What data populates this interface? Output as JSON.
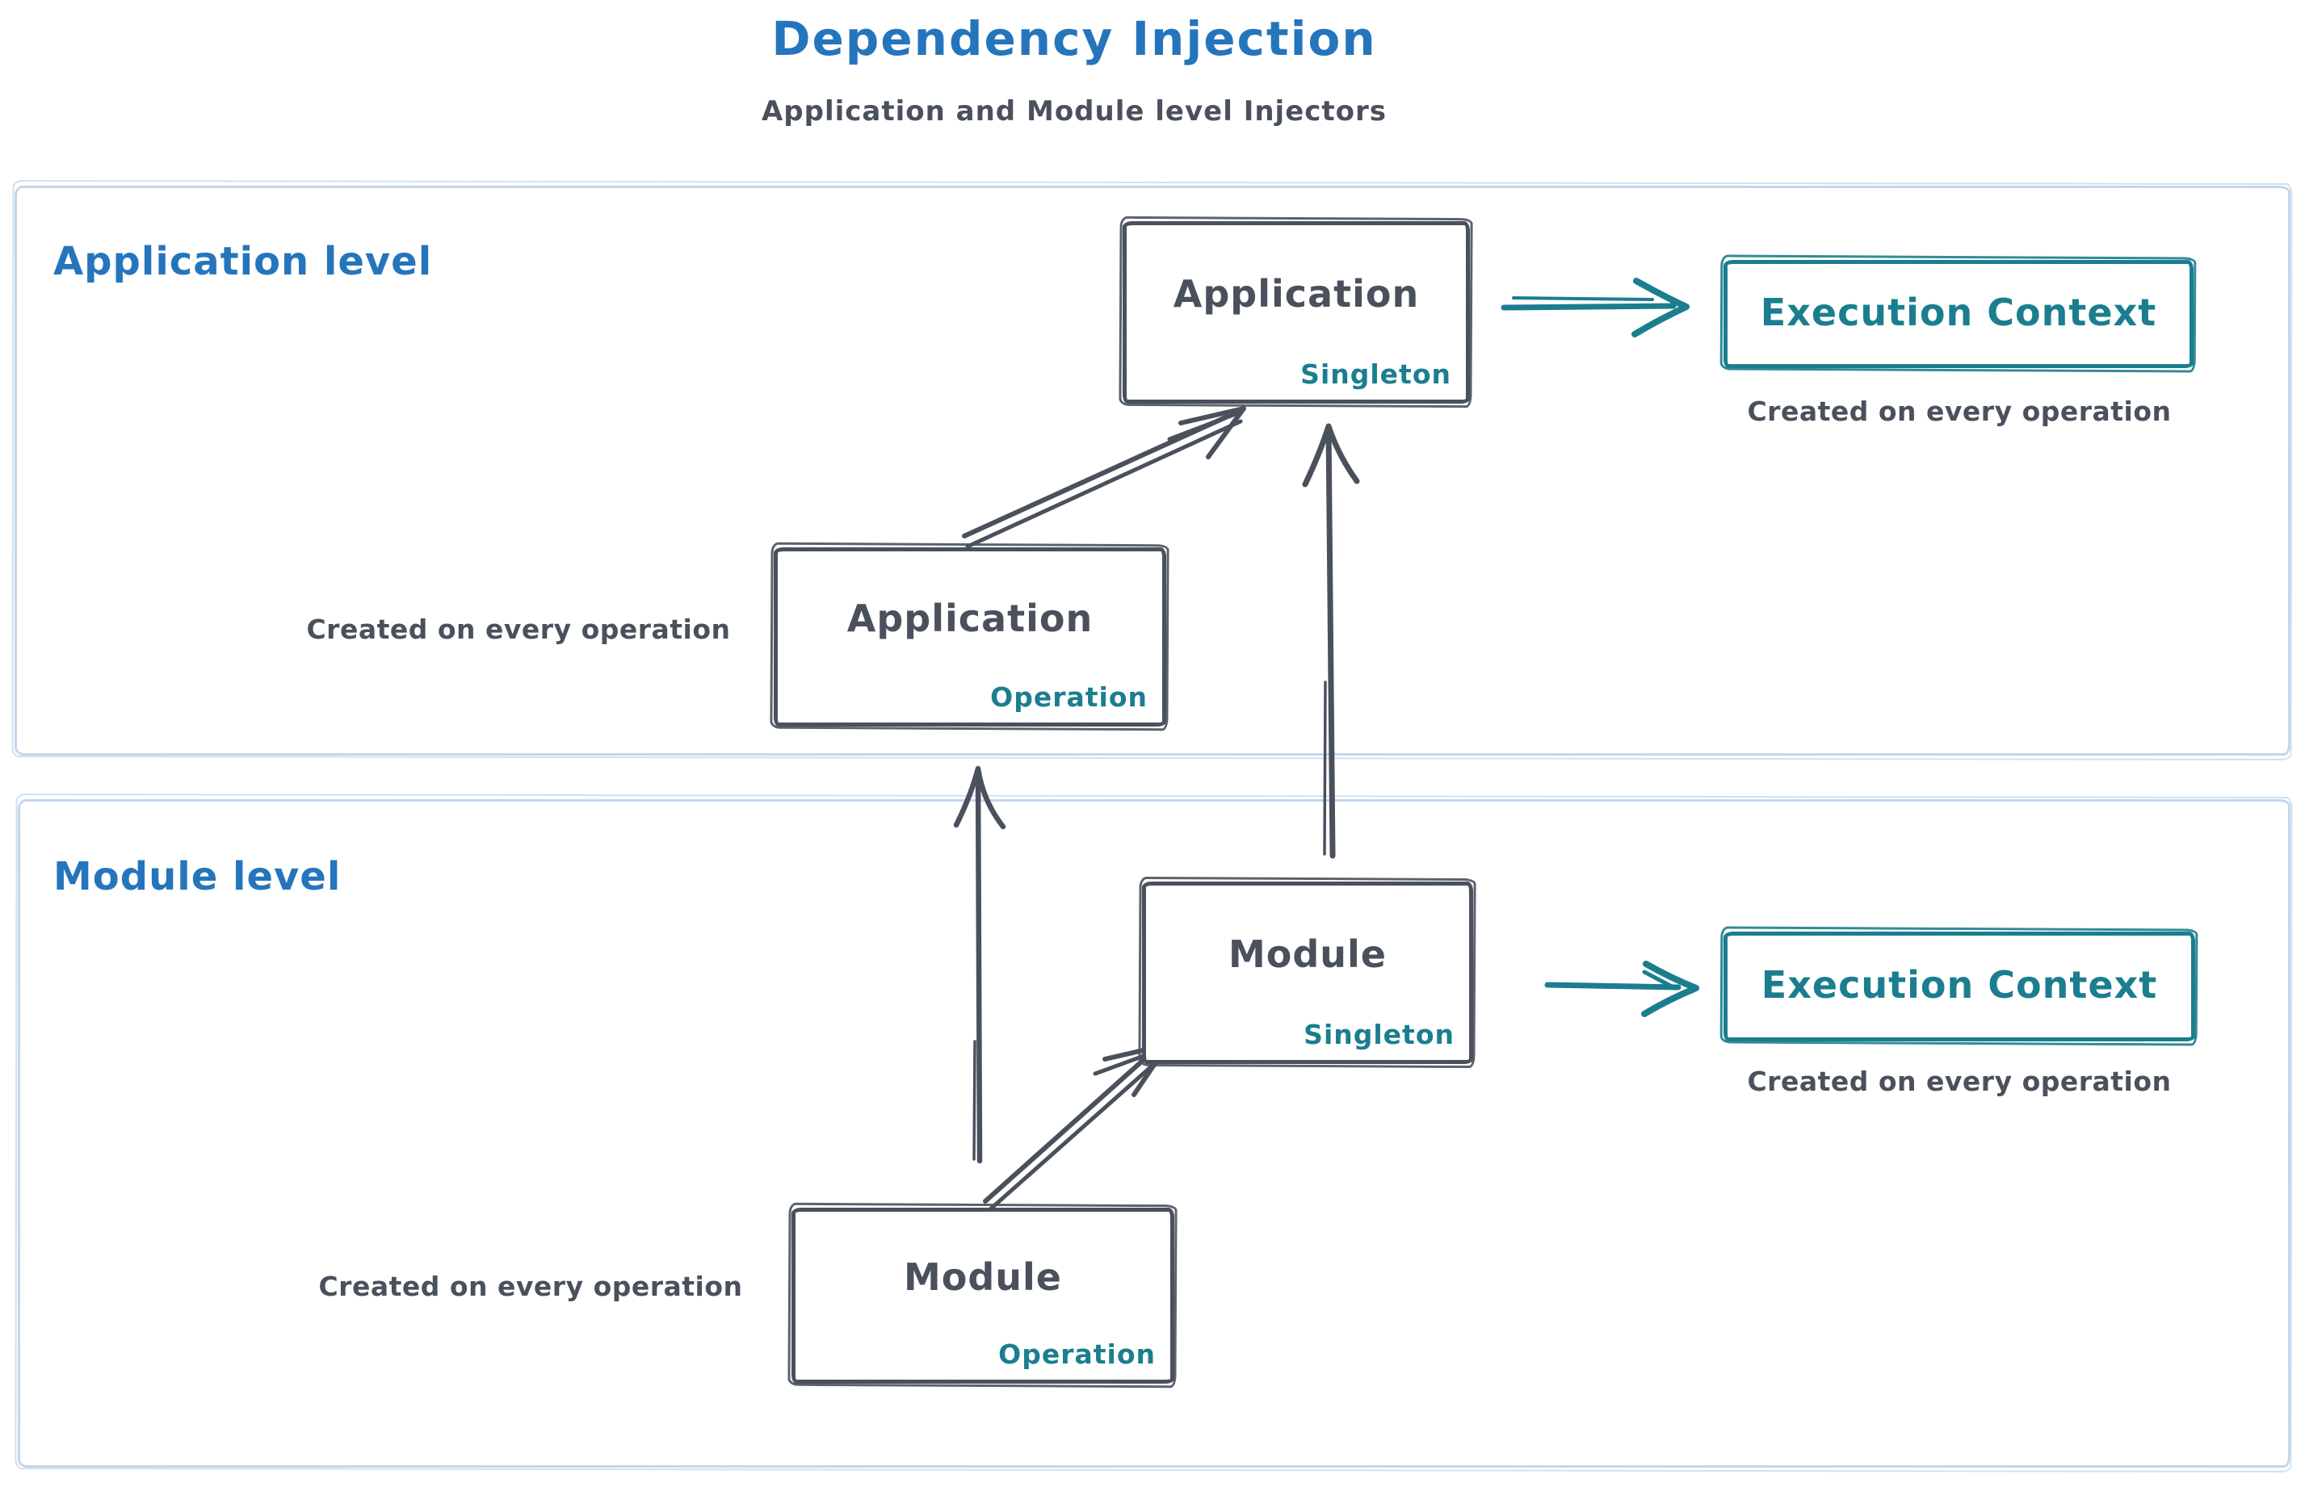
{
  "title": "Dependency Injection",
  "subtitle": "Application and Module level Injectors",
  "colors": {
    "blue": "#2575bd",
    "teal": "#1b7e8f",
    "dark_gray": "#4a515c",
    "container_border": "#c2d6ec"
  },
  "application_level": {
    "label": "Application level",
    "singleton_box": {
      "title": "Application",
      "scope": "Singleton"
    },
    "operation_box": {
      "title": "Application",
      "scope": "Operation"
    },
    "operation_note": "Created on every operation",
    "execution_context": {
      "title": "Execution Context",
      "note": "Created on every operation"
    }
  },
  "module_level": {
    "label": "Module level",
    "singleton_box": {
      "title": "Module",
      "scope": "Singleton"
    },
    "operation_box": {
      "title": "Module",
      "scope": "Operation"
    },
    "operation_note": "Created on every operation",
    "execution_context": {
      "title": "Execution Context",
      "note": "Created on every operation"
    }
  },
  "arrows": [
    {
      "from": "application-singleton",
      "to": "application-execution-context"
    },
    {
      "from": "application-operation",
      "to": "application-singleton"
    },
    {
      "from": "module-singleton",
      "to": "application-singleton"
    },
    {
      "from": "module-operation",
      "to": "application-operation"
    },
    {
      "from": "module-operation",
      "to": "module-singleton"
    },
    {
      "from": "module-singleton",
      "to": "module-execution-context"
    }
  ]
}
